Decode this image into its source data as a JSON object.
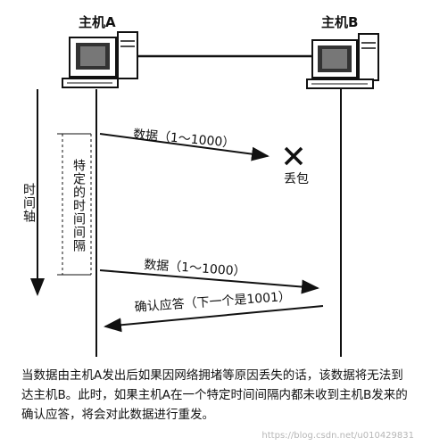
{
  "host_a": {
    "label": "主机A"
  },
  "host_b": {
    "label": "主机B"
  },
  "time_axis_label": "时间轴",
  "interval_label": "特定的时间间隔",
  "packet1_label": "数据（1～1000）",
  "lost_label": "丢包",
  "packet2_label": "数据（1～1000）",
  "ack_label": "确认应答（下一个是1001）",
  "caption": "当数据由主机A发出后如果因网络拥堵等原因丢失的话，该数据将无法到达主机B。此时，如果主机A在一个特定时间间隔内都未收到主机B发来的确认应答，将会对此数据进行重发。",
  "watermark": "https://blog.csdn.net/u010429831"
}
